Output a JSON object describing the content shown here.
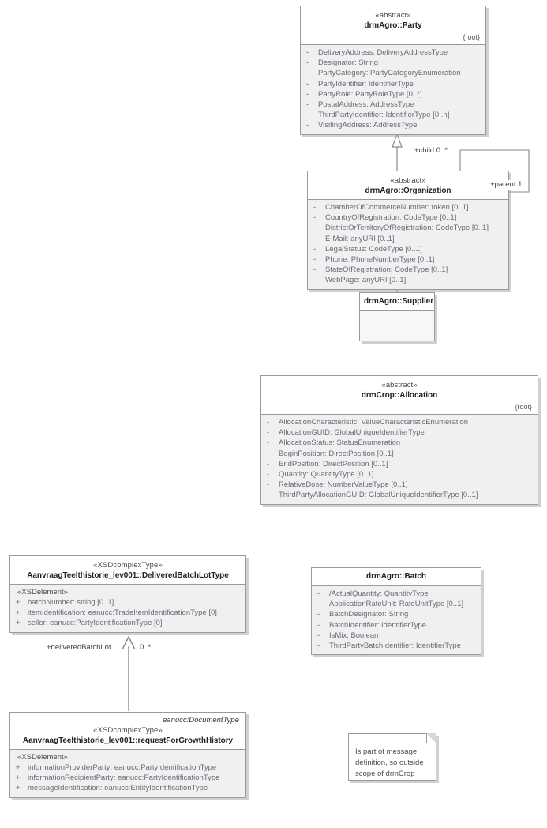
{
  "diagram": {
    "title": "UML class diagram",
    "colors": {
      "border": "#9a9a9a",
      "header_bg": "#ffffff",
      "body_bg": "#f0f0f0",
      "attr_text": "#6a6a7a",
      "name_text": "#222228",
      "shadow": "#aaaaaa",
      "page_bg": "#ffffff"
    }
  },
  "classes": {
    "party": {
      "stereotype": "«abstract»",
      "name": "drmAgro::Party",
      "root": "{root}",
      "attributes": [
        {
          "vis": "-",
          "sig": "DeliveryAddress: DeliveryAddressType"
        },
        {
          "vis": "-",
          "sig": "Designator: String"
        },
        {
          "vis": "-",
          "sig": "PartyCategory: PartyCategoryEnumeration"
        },
        {
          "vis": "-",
          "sig": "PartyIdentifier: IdentifierType"
        },
        {
          "vis": "-",
          "sig": "PartyRole: PartyRoleType [0..*]"
        },
        {
          "vis": "-",
          "sig": "PostalAddress: AddressType"
        },
        {
          "vis": "-",
          "sig": "ThirdPartyIdentifier: IdentifierType [0..n]"
        },
        {
          "vis": "-",
          "sig": "VisitingAddress: AddressType"
        }
      ]
    },
    "organization": {
      "stereotype": "«abstract»",
      "name": "drmAgro::Organization",
      "attributes": [
        {
          "vis": "-",
          "sig": "ChamberOfCommerceNumber: token [0..1]"
        },
        {
          "vis": "-",
          "sig": "CountryOfRegistration: CodeType [0..1]"
        },
        {
          "vis": "-",
          "sig": "DistrictOrTerritoryOfRegistration: CodeType [0..1]"
        },
        {
          "vis": "-",
          "sig": "E-Mail: anyURI [0..1]"
        },
        {
          "vis": "-",
          "sig": "LegalStatus: CodeType [0..1]"
        },
        {
          "vis": "-",
          "sig": "Phone: PhoneNumberType [0..1]"
        },
        {
          "vis": "-",
          "sig": "StateOfRegistration: CodeType [0..1]"
        },
        {
          "vis": "-",
          "sig": "WebPage: anyURI [0..1]"
        }
      ]
    },
    "supplier": {
      "name": "drmAgro::Supplier",
      "attributes": []
    },
    "allocation": {
      "stereotype": "«abstract»",
      "name": "drmCrop::Allocation",
      "root": "{root}",
      "attributes": [
        {
          "vis": "-",
          "sig": "AllocationCharacteristic: ValueCharacteristicEnumeration"
        },
        {
          "vis": "-",
          "sig": "AllocationGUID: GlobalUniqueIdentifierType"
        },
        {
          "vis": "-",
          "sig": "AllocationStatus: StatusEnumeration"
        },
        {
          "vis": "-",
          "sig": "BeginPosition: DirectPosition [0..1]"
        },
        {
          "vis": "-",
          "sig": "EndPosition: DirectPosition [0..1]"
        },
        {
          "vis": "-",
          "sig": "Quantity: QuantityType [0..1]"
        },
        {
          "vis": "-",
          "sig": "RelativeDose: NumberValueType [0..1]"
        },
        {
          "vis": "-",
          "sig": "ThirdPartyAllocationGUID: GlobalUniqueIdentifierType [0..1]"
        }
      ]
    },
    "deliveredBatchLotType": {
      "stereotype": "«XSDcomplexType»",
      "name": "AanvraagTeelthistorie_lev001::DeliveredBatchLotType",
      "element_stereotype": "«XSDelement»",
      "attributes": [
        {
          "vis": "+",
          "sig": "batchNumber: string [0..1]"
        },
        {
          "vis": "+",
          "sig": "itemIdentification: eanucc:TradeItemIdentificationType [0]"
        },
        {
          "vis": "+",
          "sig": "seller: eanucc:PartyIdentificationType [0]"
        }
      ]
    },
    "batch": {
      "name": "drmAgro::Batch",
      "attributes": [
        {
          "vis": "-",
          "sig": "/ActualQuantity: QuantityType"
        },
        {
          "vis": "-",
          "sig": "ApplicationRateUnit: RateUnitType [0..1]"
        },
        {
          "vis": "-",
          "sig": "BatchDesignator: String"
        },
        {
          "vis": "-",
          "sig": "BatchIdentifier: IdentifierType"
        },
        {
          "vis": "-",
          "sig": "IsMix: Boolean"
        },
        {
          "vis": "-",
          "sig": "ThirdPartyBatchIdentifier: IdentifierType"
        }
      ]
    },
    "requestForGrowthHistory": {
      "doctype": "eanucc:DocumentType",
      "stereotype": "«XSDcomplexType»",
      "name": "AanvraagTeelthistorie_lev001::requestForGrowthHistory",
      "element_stereotype": "«XSDelement»",
      "attributes": [
        {
          "vis": "+",
          "sig": "informationProviderParty: eanucc:PartyIdentificationType"
        },
        {
          "vis": "+",
          "sig": "informationRecipientParty: eanucc:PartyIdentificationType"
        },
        {
          "vis": "+",
          "sig": "messageIdentification: eanucc:EntityIdentificationType"
        }
      ]
    }
  },
  "note": {
    "text": "Is part of message definition, so outside scope of drmCrop"
  },
  "edges": {
    "child_label": "+child 0..*",
    "parent_label": "+parent 1",
    "delivered_batch_lot_label": "+deliveredBatchLot",
    "delivered_batch_lot_multiplicity": "0..*"
  }
}
